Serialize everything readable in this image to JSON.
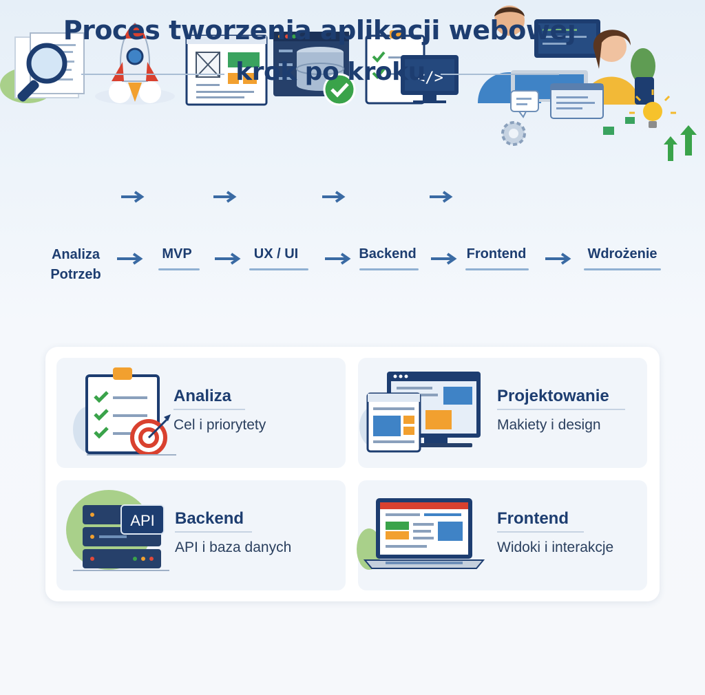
{
  "header": {
    "title_line1": "Proces tworzenia aplikacji webowej",
    "title_line2": "krok po kroku"
  },
  "steps": [
    {
      "label": "Analiza\nPotrzeb",
      "icon": "magnifier-document-icon"
    },
    {
      "label": "MVP",
      "icon": "rocket-icon"
    },
    {
      "label": "UX / UI",
      "icon": "wireframe-icon"
    },
    {
      "label": "Backend",
      "icon": "server-database-icon"
    },
    {
      "label": "Frontend",
      "icon": "code-monitor-icon"
    },
    {
      "label": "Wdrożenie",
      "icon": "team-deployment-icon"
    }
  ],
  "cards": [
    {
      "title": "Analiza",
      "subtitle": "Cel i priorytety",
      "icon": "checklist-target-icon"
    },
    {
      "title": "Projektowanie",
      "subtitle": "Makiety i design",
      "icon": "design-screens-icon"
    },
    {
      "title": "Backend",
      "subtitle": "API i baza danych",
      "icon": "api-server-icon",
      "badge": "API"
    },
    {
      "title": "Frontend",
      "subtitle": "Widoki i interakcje",
      "icon": "laptop-ui-icon"
    }
  ],
  "colors": {
    "navy": "#1d3d70",
    "accent_blue": "#3f83c6",
    "green": "#3aa34a",
    "orange": "#f2a02f",
    "red": "#e04a3a"
  }
}
